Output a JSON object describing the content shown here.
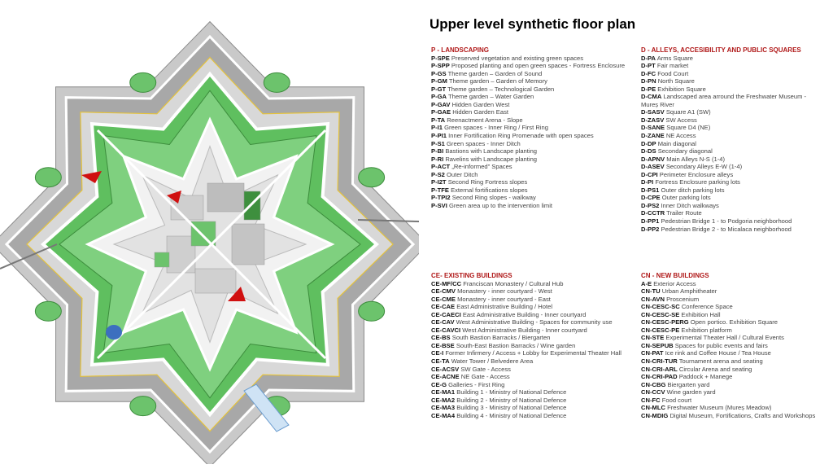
{
  "title": "Upper level synthetic floor plan",
  "colors": {
    "heading_red": "#b01818",
    "green": "#6cc36c",
    "grey": "#9a9a9a",
    "red_marker": "#d01010"
  },
  "sections": {
    "p": {
      "heading": "P - LANDSCAPING",
      "items": [
        [
          "P-SPE",
          "Preserved vegetation and existing green spaces"
        ],
        [
          "P-SPP",
          "Proposed planting and open green spaces - Fortress Enclosure"
        ],
        [
          "P-GS",
          "Theme garden – Garden of Sound"
        ],
        [
          "P-GM",
          "Theme garden – Garden of Memory"
        ],
        [
          "P-GT",
          "Theme garden – Technological Garden"
        ],
        [
          "P-GA",
          "Theme garden – Water Garden"
        ],
        [
          "P-GAV",
          "Hidden Garden West"
        ],
        [
          "P-GAE",
          "Hidden Garden East"
        ],
        [
          "P-TA",
          "Reenactment Arena - Slope"
        ],
        [
          "P-I1",
          "Green spaces - Inner Ring / First Ring"
        ],
        [
          "P-PI1",
          "Inner Fortification Ring Promenade with open spaces"
        ],
        [
          "P-S1",
          "Green spaces - Inner Ditch"
        ],
        [
          "P-BI",
          "Bastions with Landscape planting"
        ],
        [
          "P-RI",
          "Ravelins with Landscape planting"
        ],
        [
          "P-ACT",
          "„Re-informed” Spaces"
        ],
        [
          "P-S2",
          "Outer Ditch"
        ],
        [
          "P-I2T",
          "Second Ring Fortress slopes"
        ],
        [
          "P-TFE",
          "External fortifications slopes"
        ],
        [
          "P-TPI2",
          "Second Ring slopes - walkway"
        ],
        [
          "P-SVI",
          "Green area up to the intervention limit"
        ]
      ]
    },
    "d": {
      "heading": "D - ALLEYS, ACCESIBILITY AND PUBLIC SQUARES",
      "items": [
        [
          "D-PA",
          "Arms Square"
        ],
        [
          "D-PT",
          "Fair market"
        ],
        [
          "D-FC",
          "Food Court"
        ],
        [
          "D-PN",
          "North Square"
        ],
        [
          "D-PE",
          "Exhibition Square"
        ],
        [
          "D-CMA",
          "Landscaped area arround the Freshwater Museum - Mureș River"
        ],
        [
          "D-SASV",
          "Square A1 (SW)"
        ],
        [
          "D-ZASV",
          "SW Access"
        ],
        [
          "D-SANE",
          "Square D4 (NE)"
        ],
        [
          "D-ZANE",
          "NE Access"
        ],
        [
          "D-DP",
          "Main diagonal"
        ],
        [
          "D-DS",
          "Secondary diagonal"
        ],
        [
          "D-APNV",
          "Main Alleys N-S (1-4)"
        ],
        [
          "D-ASEV",
          "Secondary Alleys E-W (1-4)"
        ],
        [
          "D-CPI",
          "Perimeter Enclosure alleys"
        ],
        [
          "D-PI",
          "Fortress Enclosure parking lots"
        ],
        [
          "D-PS1",
          "Outer ditch parking lots"
        ],
        [
          "D-CPE",
          "Outer parking lots"
        ],
        [
          "D-PS2",
          "Inner Ditch walkways"
        ],
        [
          "D-CCTR",
          "Trailer Route"
        ],
        [
          "D-PP1",
          "Pedestrian Bridge 1 - to Podgoria neighborhood"
        ],
        [
          "D-PP2",
          "Pedestrian Bridge 2 - to Micalaca neighborhood"
        ]
      ]
    },
    "ce": {
      "heading": "CE- EXISTING BUILDINGS",
      "items": [
        [
          "CE-MF/CC",
          "Franciscan Monastery / Cultural Hub"
        ],
        [
          "CE-CMV",
          "Monastery - inner courtyard - West"
        ],
        [
          "CE-CME",
          "Monastery - inner courtyard - East"
        ],
        [
          "CE-CAE",
          "East Administrative Building / Hotel"
        ],
        [
          "CE-CAECI",
          "East Administrative Building - Inner courtyard"
        ],
        [
          "CE-CAV",
          "West Administrative Building - Spaces for community use"
        ],
        [
          "CE-CAVCI",
          "West Administrative Building - Inner courtyard"
        ],
        [
          "CE-BS",
          "South Bastion Barracks / Biergarten"
        ],
        [
          "CE-BSE",
          "South-East Bastion Barracks / Wine garden"
        ],
        [
          "CE-I",
          "Former Infirmery / Access + Lobby for Experimental Theater Hall"
        ],
        [
          "CE-TA",
          "Water Tower / Belvedere Area"
        ],
        [
          "CE-ACSV",
          "SW Gate - Access"
        ],
        [
          "CE-ACNE",
          "NE Gate - Access"
        ],
        [
          "CE-G",
          "Galleries - First Ring"
        ],
        [
          "CE-MA1",
          "Building 1 - Ministry of National Defence"
        ],
        [
          "CE-MA2",
          "Building 2 - Ministry of National Defence"
        ],
        [
          "CE-MA3",
          "Building 3 - Ministry of National Defence"
        ],
        [
          "CE-MA4",
          "Building 4 - Ministry of National Defence"
        ]
      ]
    },
    "cn": {
      "heading": "CN - NEW BUILDINGS",
      "items": [
        [
          "A-E",
          "Exterior Access"
        ],
        [
          "CN-TU",
          "Urban Amphitheater"
        ],
        [
          "CN-AVN",
          "Proscenium"
        ],
        [
          "CN-CESC-SC",
          "Conference Space"
        ],
        [
          "CN-CESC-SE",
          "Exhibition Hall"
        ],
        [
          "CN-CESC-PERG",
          "Open portico. Exhibition Square"
        ],
        [
          "CN-CESC-PE",
          "Exhibition platform"
        ],
        [
          "CN-STE",
          "Experimental Theater Hall / Cultural Events"
        ],
        [
          "CN-SEPUB",
          "Spaces for public events and fairs"
        ],
        [
          "CN-PAT",
          "Ice rink and Coffee House / Tea House"
        ],
        [
          "CN-CRI-TUR",
          "Tournament arena and seating"
        ],
        [
          "CN-CRI-ARL",
          "Circular Arena and seating"
        ],
        [
          "CN-CRI-PAD",
          "Paddock + Manege"
        ],
        [
          "CN-CBG",
          "Biergarten yard"
        ],
        [
          "CN-CCV",
          "Wine garden yard"
        ],
        [
          "CN-FC",
          "Food court"
        ],
        [
          "CN-MLC",
          "Freshwater Museum (Mureș Meadow)"
        ],
        [
          "CN-MDIG",
          "Digital Museum, Fortifications, Crafts and Workshops"
        ]
      ]
    }
  }
}
